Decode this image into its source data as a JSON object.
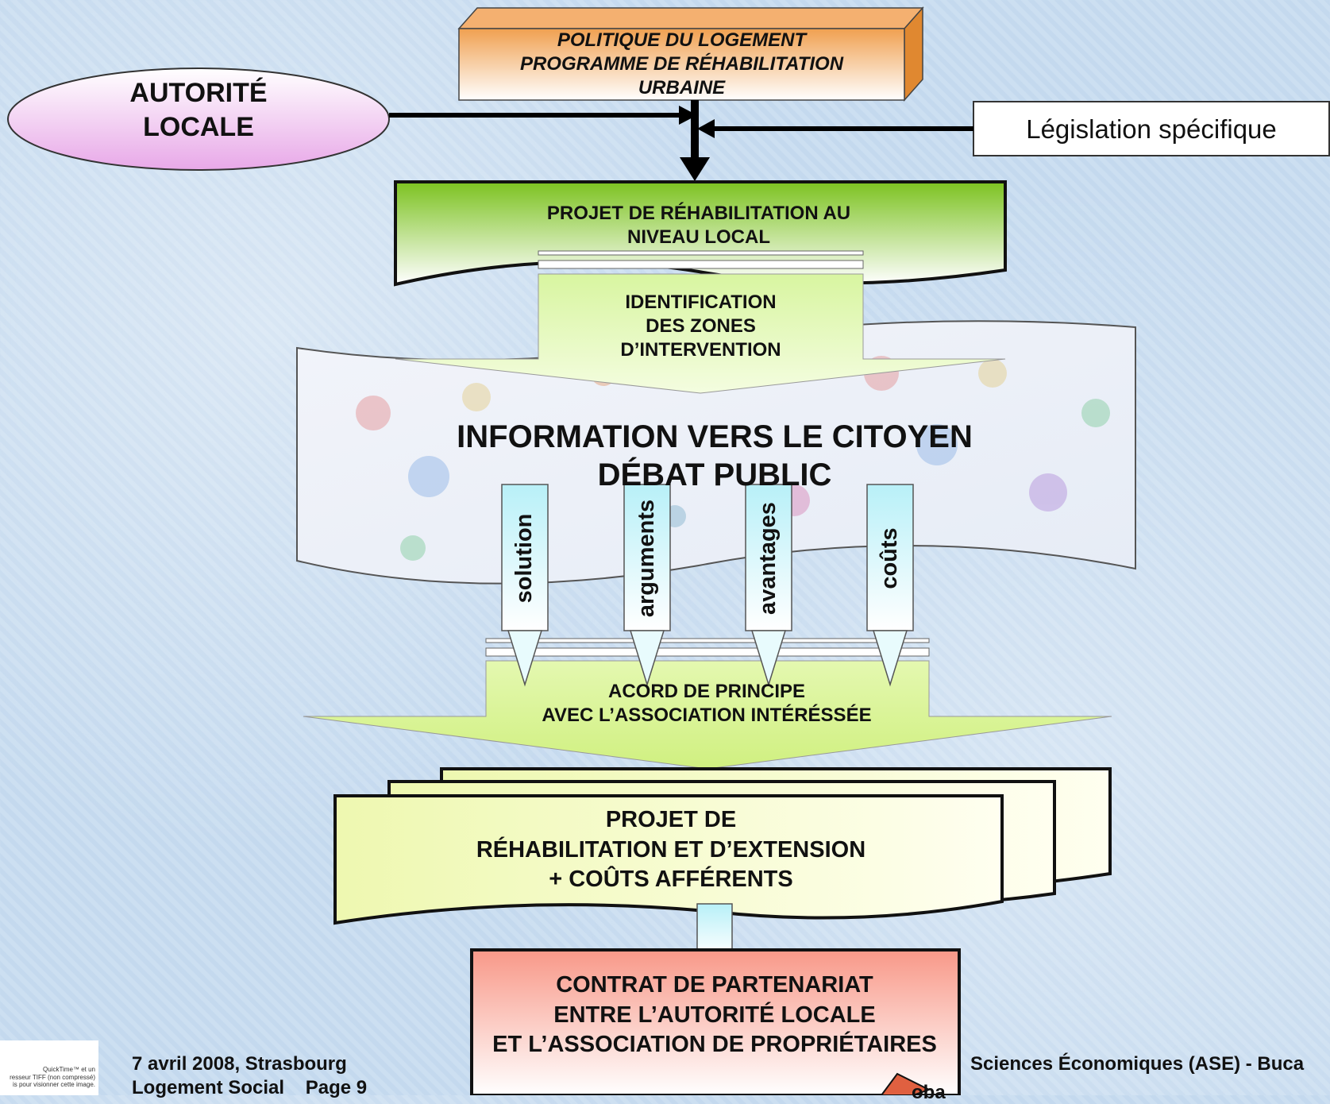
{
  "nodes": {
    "politique": {
      "line1": "POLITIQUE DU LOGEMENT",
      "line2": "PROGRAMME DE RÉHABILITATION",
      "line3": "URBAINE"
    },
    "autorite": {
      "line1": "AUTORITÉ",
      "line2": "LOCALE"
    },
    "legislation": "Législation spécifique",
    "projet_local": {
      "line1": "PROJET DE RÉHABILITATION AU",
      "line2": "NIVEAU LOCAL"
    },
    "identification": {
      "line1": "IDENTIFICATION",
      "line2": "DES ZONES",
      "line3": "D’INTERVENTION"
    },
    "information": {
      "line1": "INFORMATION VERS LE CITOYEN",
      "line2": "DÉBAT PUBLIC"
    },
    "accord": {
      "line1": "ACORD DE PRINCIPE",
      "line2": "AVEC L’ASSOCIATION INTÉRÉSSÉE"
    },
    "projet_ext": {
      "line1": "PROJET DE",
      "line2": "RÉHABILITATION ET D’EXTENSION",
      "line3": "+ COÛTS AFFÉRENTS"
    },
    "contrat": {
      "line1": "CONTRAT DE PARTENARIAT",
      "line2": "ENTRE L’AUTORITÉ  LOCALE",
      "line3": "ET L’ASSOCIATION DE PROPRIÉTAIRES"
    }
  },
  "arrows": {
    "a1": "solution",
    "a2": "arguments",
    "a3": "avantages",
    "a4": "coûts"
  },
  "footer": {
    "date": "7 avril 2008, Strasbourg",
    "page": "Logement Social    Page 9",
    "right": "Sciences Économiques (ASE) - Buca",
    "partial": "oba"
  },
  "quicktime": {
    "l1": "QuickTime™ et un",
    "l2": "resseur TIFF (non compressé)",
    "l3": "is pour visionner cette image."
  },
  "colors": {
    "orange": "#f0a050",
    "green": "#88cc33",
    "lightgreen": "#e4f7b0",
    "yellow": "#f6fbc4",
    "pink": "#f8a898",
    "cyan": "#c8f4fa",
    "lilac": "#f0b8f0"
  }
}
